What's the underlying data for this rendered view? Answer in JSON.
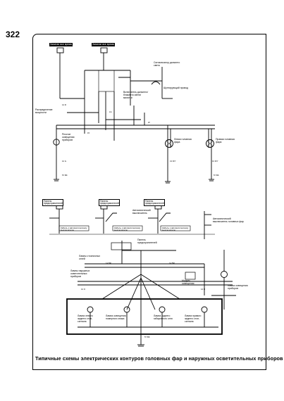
{
  "page": {
    "number": "322"
  },
  "caption": "Типичные схемы электрических контуров головных фар и наружных осветительных приборов",
  "diagram_top": {
    "tags": [
      "Запитан все время",
      "Запитан все время"
    ],
    "labels": [
      "Сигнализатор дальнего света",
      "Шунтирующий провод",
      "Включатель дальнего/ ближнего света/ мигалки",
      "Распределение мощности",
      "Реостат освещения приборов",
      "Левая головная фара",
      "Правая головная фара"
    ]
  },
  "diagram_mid": {
    "tags": [
      "Панель предохранителей",
      "Панель предохранителей",
      "Панель предохранителей"
    ],
    "labels": [
      "Автоматический выключатель",
      "Кабель к автоматическому выключателю",
      "Кабель к автоматическому выключателю",
      "Кабель к автоматическому выключателю",
      "Автоматический выключатель головных фар"
    ]
  },
  "diagram_bottom": {
    "labels": [
      "Панель предохранителей",
      "Лампы стояночных огней",
      "Лампы наружных осветительных приборов",
      "Лампа левого заднего стоп-сигнала",
      "Лампа правого заднего стоп-сигнала",
      "Лампа освещения номерного знака",
      "Лампа заднего габаритного огня",
      "Модуль освещения",
      "Лампа освещения приборов"
    ]
  }
}
